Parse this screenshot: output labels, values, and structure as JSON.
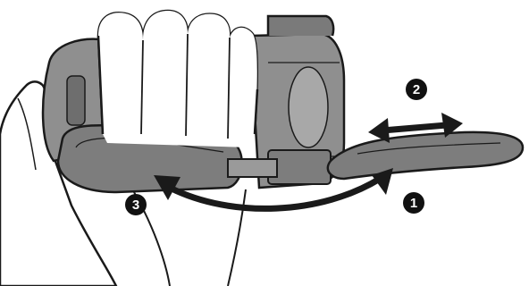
{
  "callouts": [
    {
      "id": "1",
      "label": "1"
    },
    {
      "id": "2",
      "label": "2"
    },
    {
      "id": "3",
      "label": "3"
    }
  ],
  "colors": {
    "line": "#1a1a1a",
    "body_gray": "#8f8f8f",
    "strap_gray": "#7d7d7d",
    "light_gray": "#c8c8c8",
    "hand_fill": "#ffffff",
    "arrow_fill": "#1a1a1a",
    "callout_fill": "#111111",
    "callout_text": "#ffffff"
  }
}
